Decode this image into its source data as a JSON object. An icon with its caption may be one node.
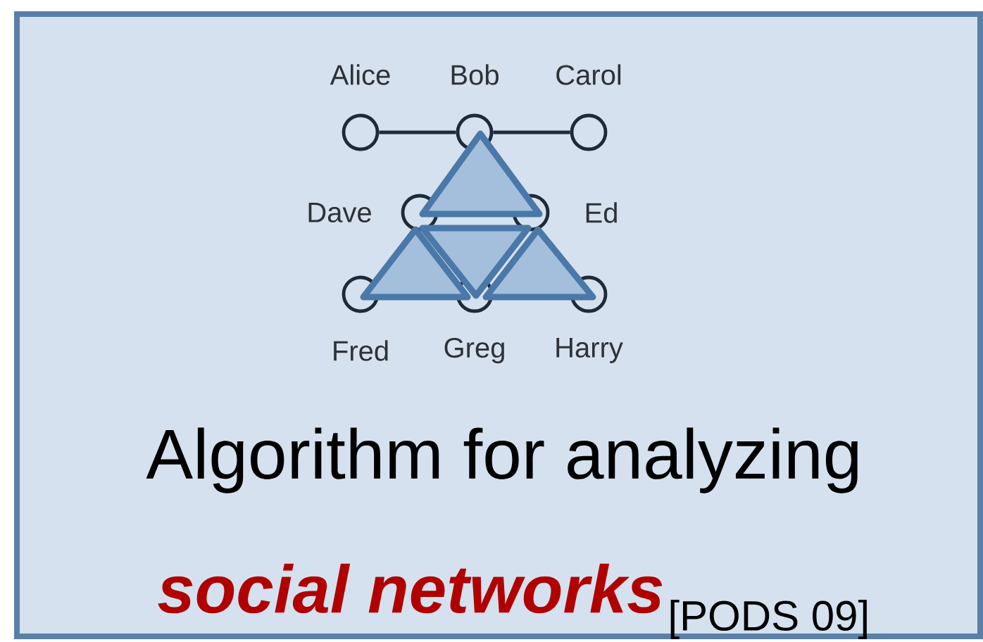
{
  "diagram": {
    "nodes": [
      {
        "text": [
          "Alice"
        ]
      },
      {
        "text": [
          "Bob"
        ]
      },
      {
        "text": [
          "Carol"
        ]
      },
      {
        "text": [
          "Dave"
        ]
      },
      {
        "text": [
          "Ed"
        ]
      },
      {
        "text": [
          "Fred"
        ]
      },
      {
        "text": [
          "Greg"
        ]
      },
      {
        "text": [
          "Harry"
        ]
      }
    ],
    "edges": [
      {
        "from": 0,
        "to": 1,
        "arrow": "none"
      },
      {
        "from": 1,
        "to": 2,
        "arrow": "none"
      }
    ],
    "labels": [
      "Algorithm for analyzing",
      "social networks",
      "[PODS 09]"
    ]
  }
}
